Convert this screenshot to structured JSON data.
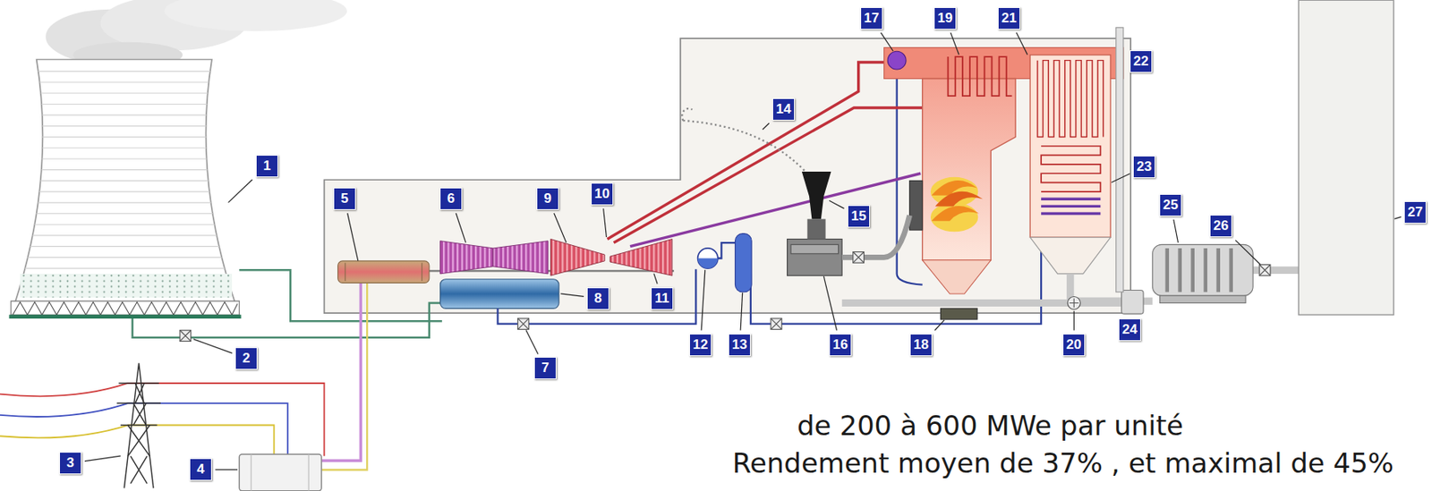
{
  "diagram": {
    "labels": [
      "1",
      "2",
      "3",
      "4",
      "5",
      "6",
      "7",
      "8",
      "9",
      "10",
      "11",
      "12",
      "13",
      "14",
      "15",
      "16",
      "17",
      "18",
      "19",
      "20",
      "21",
      "22",
      "23",
      "24",
      "25",
      "26",
      "27",
      "de 200 à 600 MWe par unité",
      "Rendement moyen de 37% , et maximal de 45%"
    ]
  }
}
